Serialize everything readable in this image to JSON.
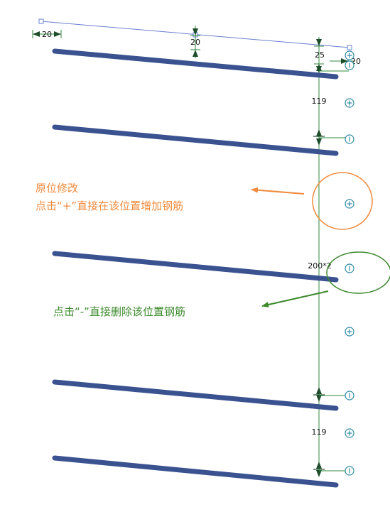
{
  "colors": {
    "rebar": "#3a5290",
    "dimension": "#2f8a3c",
    "arrowhead": "#1e4d2b",
    "handle": "#2f8aa6",
    "reference_line": "#6a7fd0",
    "orange": "#f08a3c",
    "green": "#3c8a2c"
  },
  "dimensions": {
    "left_offset": "20",
    "middle_offset": "20",
    "cover_top": "25",
    "right_offset": "20",
    "spacing_top": "119",
    "spacing_middle": "200*2",
    "spacing_bottom": "119"
  },
  "annotations": {
    "add": {
      "line1": "原位修改",
      "line2": "点击“+”直接在该位置增加钢筋"
    },
    "remove": {
      "line1": "点击“-”直接删除该位置钢筋"
    }
  },
  "icons": {
    "add_handle": "plus-circle-icon",
    "remove_handle": "minus-circle-icon"
  },
  "rebar_count": 5
}
